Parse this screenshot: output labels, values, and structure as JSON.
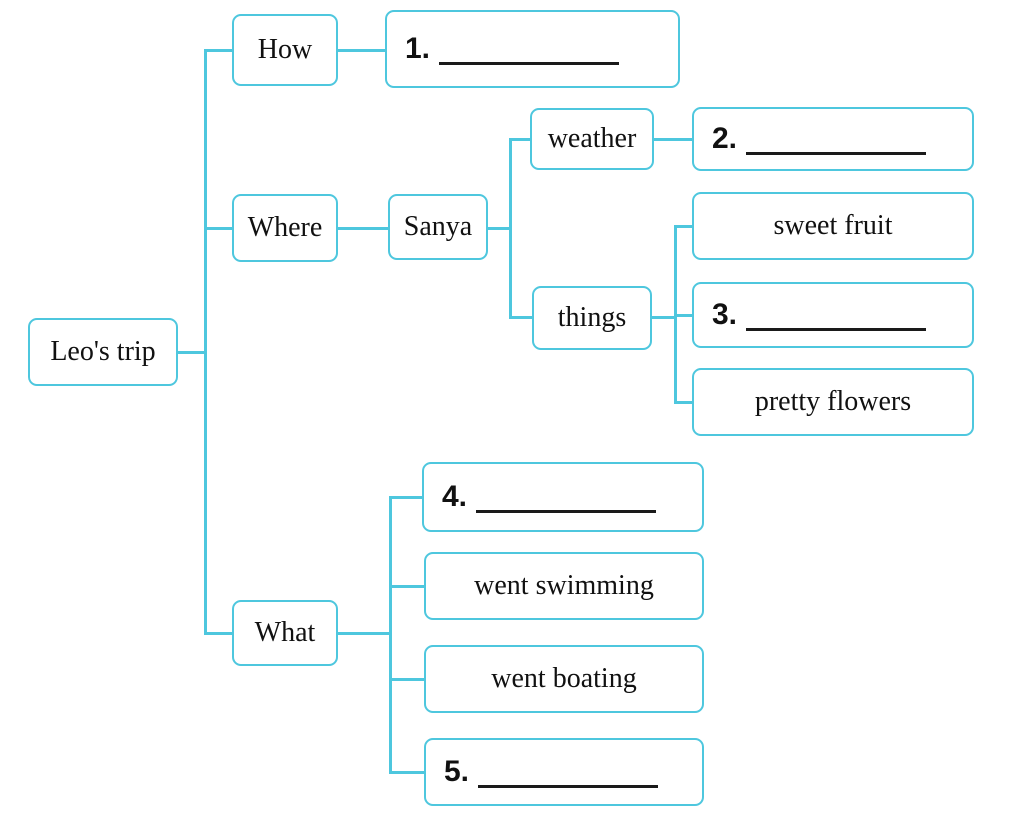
{
  "diagram": {
    "title": "Leo's trip mind map",
    "colors": {
      "connector": "#4ec7de",
      "box_border": "#4ec7de",
      "text": "#111111",
      "blank_line": "#1a1a1a"
    },
    "nodes": {
      "root": "Leo's trip",
      "how": "How",
      "where": "Where",
      "what": "What",
      "sanya": "Sanya",
      "weather": "weather",
      "things": "things",
      "sweet_fruit": "sweet fruit",
      "pretty_flowers": "pretty flowers",
      "went_swimming": "went swimming",
      "went_boating": "went boating",
      "blank1_num": "1.",
      "blank2_num": "2.",
      "blank3_num": "3.",
      "blank4_num": "4.",
      "blank5_num": "5."
    },
    "tree": {
      "label": "Leo's trip",
      "children": [
        {
          "label": "How",
          "children": [
            {
              "label": "1. (blank)"
            }
          ]
        },
        {
          "label": "Where",
          "children": [
            {
              "label": "Sanya",
              "children": [
                {
                  "label": "weather",
                  "children": [
                    {
                      "label": "2. (blank)"
                    }
                  ]
                },
                {
                  "label": "things",
                  "children": [
                    {
                      "label": "sweet fruit"
                    },
                    {
                      "label": "3. (blank)"
                    },
                    {
                      "label": "pretty flowers"
                    }
                  ]
                }
              ]
            }
          ]
        },
        {
          "label": "What",
          "children": [
            {
              "label": "4. (blank)"
            },
            {
              "label": "went swimming"
            },
            {
              "label": "went boating"
            },
            {
              "label": "5. (blank)"
            }
          ]
        }
      ]
    }
  }
}
